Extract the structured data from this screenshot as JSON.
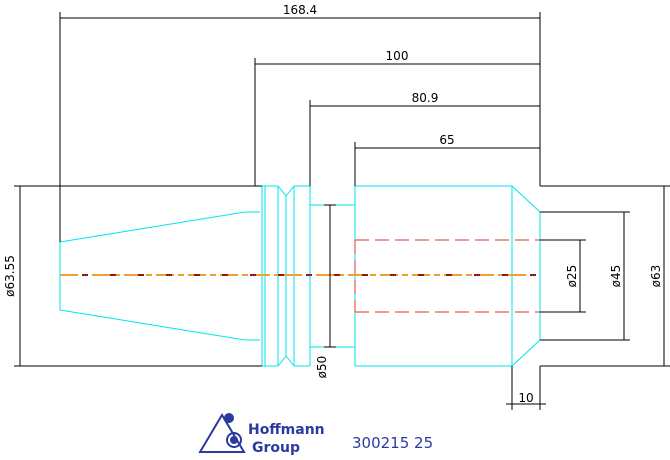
{
  "dimensions": {
    "overall_length": "168.4",
    "length_100": "100",
    "length_80_9": "80.9",
    "length_65": "65",
    "length_10": "10",
    "dia_63_55": "ø63.55",
    "dia_50": "ø50",
    "dia_25": "ø25",
    "dia_45": "ø45",
    "dia_63": "ø63"
  },
  "logo": {
    "line1": "Hoffmann",
    "line2": "Group",
    "icon": "hoffmann-logo-icon"
  },
  "part_number": "300215 25",
  "colors": {
    "outline": "#00e5ee",
    "bore_dashed": "#e53030",
    "centerline_dark": "#8b1a1a",
    "centerline_light": "#f0a030",
    "dimension": "#000000",
    "brand": "#2b3a9e"
  }
}
